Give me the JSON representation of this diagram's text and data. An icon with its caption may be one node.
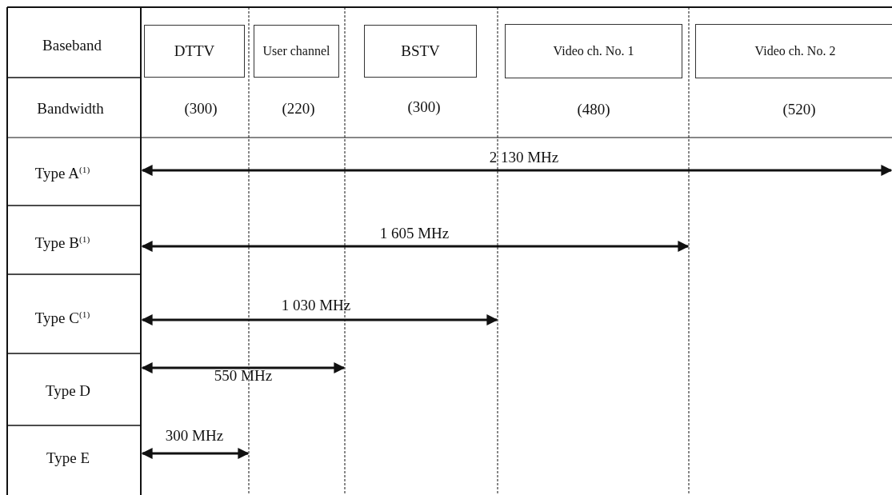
{
  "diagram": {
    "nodes": [
      {
        "text": [
          "DTTV"
        ]
      },
      {
        "text": [
          "User channel"
        ]
      },
      {
        "text": [
          "BSTV"
        ]
      },
      {
        "text": [
          "Video ch. No. 1"
        ]
      },
      {
        "text": [
          "Video ch. No. 2"
        ]
      }
    ],
    "labels": [
      "Baseband",
      "Bandwidth",
      "(300)",
      "(220)",
      "(300)",
      "(480)",
      "(520)",
      "Type A$^{(1)}$",
      "2 130 MHz",
      "Type B$^{(1)}$",
      "1 605 MHz",
      "Type C$^{(1)}$",
      "1 030 MHz",
      "Type D",
      "550 MHz",
      "Type E",
      "300 MHz"
    ]
  }
}
